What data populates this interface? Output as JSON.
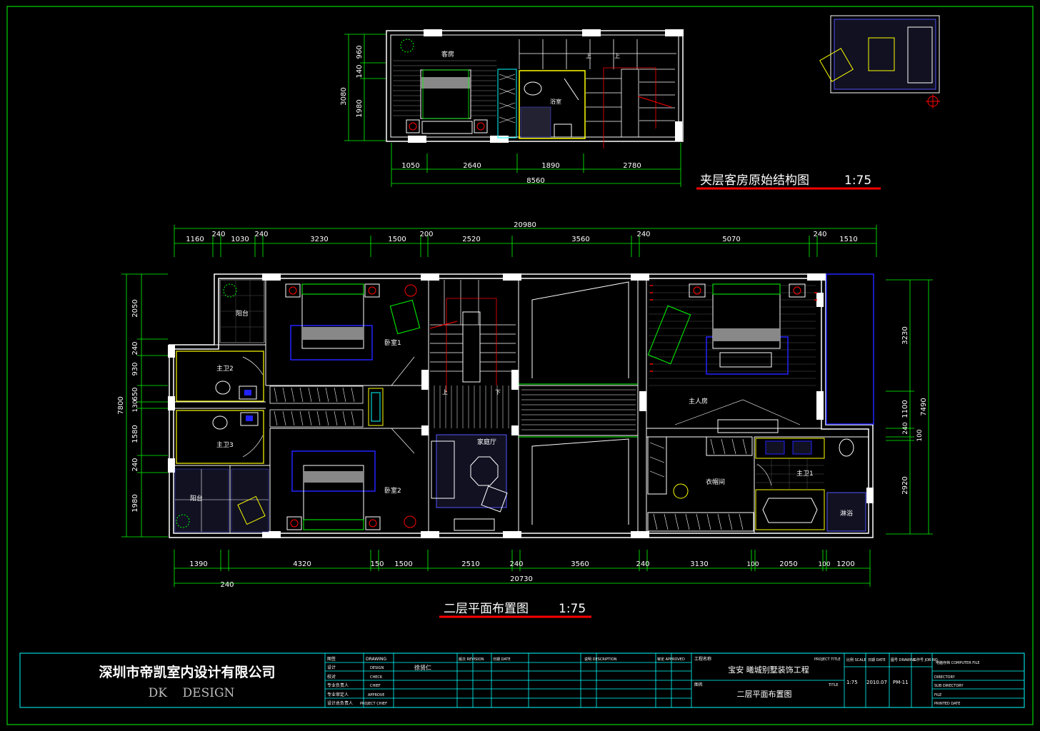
{
  "colors": {
    "background": "#000000",
    "wall": "#ffffff",
    "dimension": "#00ff00",
    "furniture": "#ffffff",
    "accent_yellow": "#ffff00",
    "accent_blue": "#2244ff",
    "accent_red": "#ff0000",
    "accent_cyan": "#00ffff",
    "title_underline": "#ff0000",
    "title_text": "#ffff66"
  },
  "mezzanine_plan": {
    "title": "夹层客房原始结构图",
    "scale": "1:75",
    "dims_bottom": [
      "1050",
      "2640",
      "1890",
      "2780"
    ],
    "dim_total": "8560",
    "dims_left": [
      "960",
      "140",
      "1980"
    ],
    "dim_left_total": "3080",
    "rooms": [
      "客房",
      "浴室"
    ],
    "stair_labels": [
      "上",
      "上"
    ]
  },
  "second_floor_plan": {
    "title": "二层平面布置图",
    "scale": "1:75",
    "dim_top_total": "20980",
    "dims_top": [
      "1160",
      "240",
      "1030",
      "240",
      "3230",
      "1500",
      "200",
      "2520",
      "3560",
      "240",
      "5070",
      "240",
      "1510"
    ],
    "dims_bottom": [
      "1390",
      "4320",
      "150",
      "1500",
      "2510",
      "240",
      "3560",
      "240",
      "3130",
      "100",
      "2050",
      "100",
      "1200"
    ],
    "dim_bottom_total": "20730",
    "dim_bottom_extra": "240",
    "dims_left": [
      "2050",
      "240",
      "930",
      "650",
      "130",
      "1580",
      "240",
      "1980"
    ],
    "dim_left_total": "7800",
    "dims_right": [
      "3230",
      "1100",
      "240",
      "100",
      "2920"
    ],
    "dim_right_total": "7490",
    "rooms": {
      "balcony_top": "阳台",
      "bedroom1": "卧室1",
      "bath2": "主卫2",
      "bath3": "主卫3",
      "balcony_bottom": "阳台",
      "bedroom2": "卧室2",
      "family_hall": "家庭厅",
      "master_bedroom": "主人房",
      "cloakroom": "衣帽间",
      "master_bath": "主卫1",
      "shower": "淋浴"
    },
    "stair_labels": [
      "上",
      "下"
    ]
  },
  "title_block": {
    "company_cn": "深圳市帝凯室内设计有限公司",
    "company_en": "DK    DESIGN",
    "rows": [
      {
        "cn": "图签",
        "en": "DRAWING"
      },
      {
        "cn": "设计",
        "en": "DESIGN"
      },
      {
        "cn": "校对",
        "en": "CHECK"
      },
      {
        "cn": "专业负责人",
        "en": "CHIEF"
      },
      {
        "cn": "专业审定人",
        "en": "APPROVE"
      },
      {
        "cn": "设计总负责人",
        "en": "PROJECT CHIEF"
      }
    ],
    "designer": "徐贤仁",
    "revision_headers": [
      "版次 REVISION",
      "日期 DATE",
      "说明 DESCRIPTION",
      "审定 APPROVED"
    ],
    "project_label": "工程名称",
    "project_label_en": "PROJECT TITLE",
    "project_name": "宝安 曦城别墅装饰工程",
    "drawing_label": "图名",
    "drawing_label_en": "TITLE",
    "drawing_name": "二层平面布置图",
    "scale_label": "比例 SCALE",
    "scale_value": "1:75",
    "date_label": "日期 DATE",
    "date_value": "2010.07",
    "drawing_no_label": "图号 DRAWING",
    "drawing_no_value": "PM-11",
    "job_no_label": "工作号 JOB NO.",
    "computer_file_label": "电脑存档 COMPUTER FILE",
    "file_rows": [
      "DIRECTORY",
      "SUB DIRECTORY",
      "FILE",
      "PRINTED DATE"
    ]
  }
}
